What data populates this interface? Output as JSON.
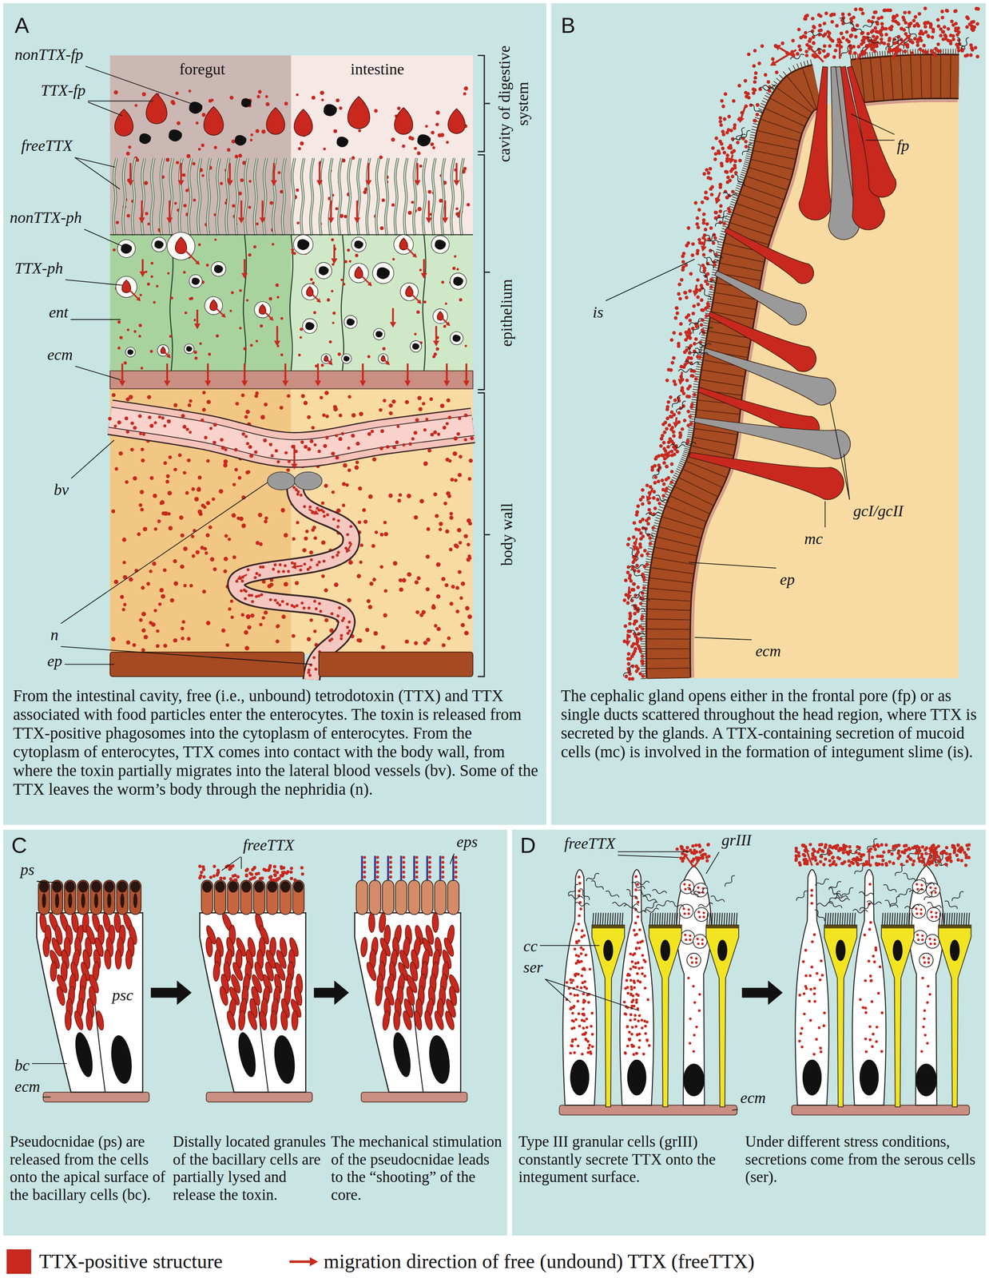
{
  "diagram": {
    "nodes": [
      {
        "text": [
          "A",
          "From the intestinal cavity, free (i.e., unbound) tetrodotoxin (TTX) and TTX associated with food particles enter the enterocytes. The toxin is released from TTX-positive phagosomes into the cytoplasm of enterocytes. From the cytoplasm of enterocytes, TTX comes into contact with the body wall, from where the toxin partially migrates into the lateral blood vessels (bv). Some of the TTX leaves the worm’s body through the nephridia (n)."
        ]
      },
      {
        "text": [
          "B",
          "The cephalic gland opens either in the frontal pore (fp) or as single ducts scattered throughout the head region, where TTX is secreted by the glands. A TTX-containing secretion of mucoid cells (mc) is involved in the formation of integument slime (is)."
        ]
      },
      {
        "text": [
          "C",
          "Pseudocnidae (ps) are released from the cells onto the apical surface of the bacillary cells (bc).",
          "Distally located granules of the bacillary cells are partially lysed and release the toxin.",
          "The mechanical stimulation of the pseudocnidae leads to the “shooting” of the core."
        ]
      },
      {
        "text": [
          "D",
          "Type III granular cells (grIII) constantly secrete TTX onto the integument surface.",
          "Under different stress conditions, secretions come from the serous cells (ser)."
        ]
      }
    ],
    "labels": [
      "nonTTX-fp",
      "TTX-fp",
      "freeTTX",
      "nonTTX-ph",
      "TTX-ph",
      "ent",
      "ecm",
      "bv",
      "n",
      "ep",
      "foregut",
      "intestine",
      "cavity of digestive system",
      "epithelium",
      "body wall",
      "fp",
      "is",
      "gcI/gcII",
      "mc",
      "ep",
      "ecm",
      "ps",
      "psc",
      "bc",
      "ecm",
      "freeTTX",
      "eps",
      "freeTTX",
      "grIII",
      "cc",
      "ser",
      "ecm"
    ],
    "legend": [
      {
        "text": "TTX-positive structure",
        "color": "#c8281e"
      },
      {
        "text": "migration direction of free (undound) TTX (freeTTX)"
      }
    ]
  }
}
